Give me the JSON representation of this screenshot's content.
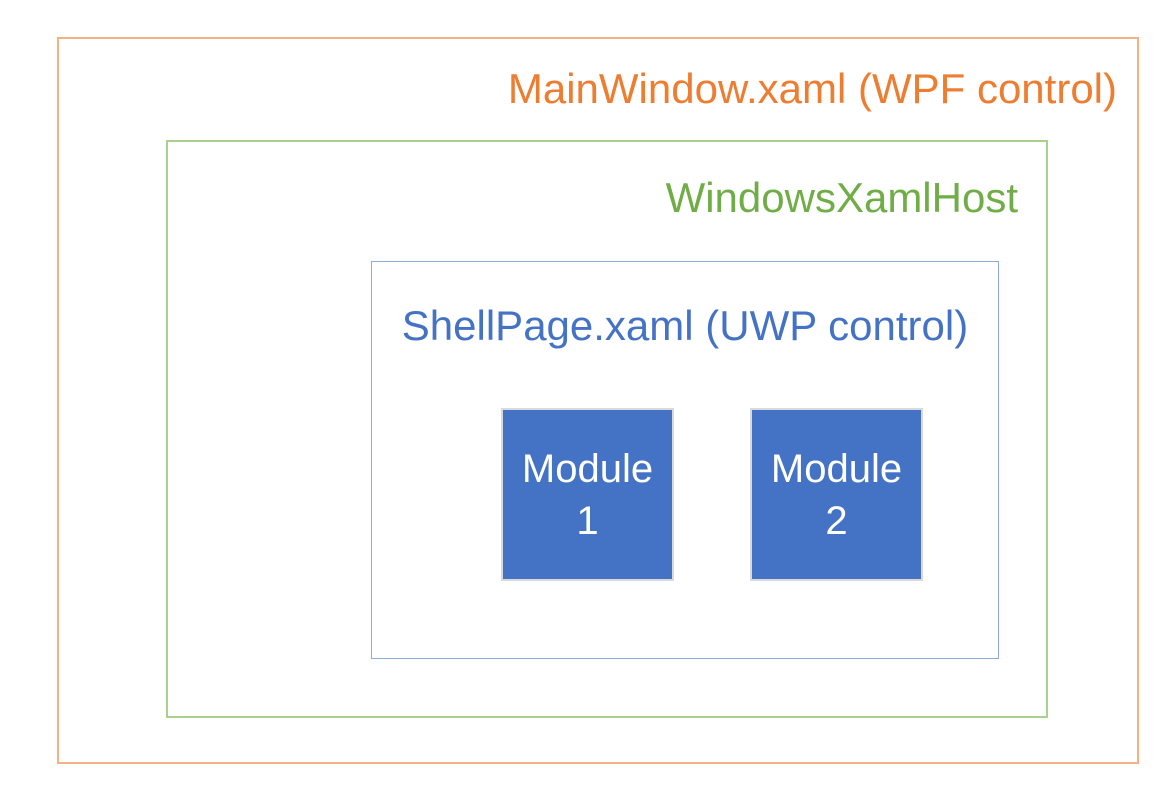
{
  "diagram": {
    "outer_box": {
      "label": "MainWindow.xaml (WPF control)",
      "text_color": "#ED7D31",
      "border_color": "#F4B183"
    },
    "host_box": {
      "label": "WindowsXamlHost",
      "text_color": "#70AD47",
      "border_color": "#A9D18E"
    },
    "shell_box": {
      "label": "ShellPage.xaml (UWP control)",
      "text_color": "#4472C4",
      "border_color": "#8FAADC"
    },
    "modules": [
      {
        "line1": "Module",
        "line2": "1"
      },
      {
        "line1": "Module",
        "line2": "2"
      }
    ],
    "module_style": {
      "fill_color": "#4472C4",
      "border_color": "#D9D9D9",
      "text_color": "#FFFFFF"
    },
    "background_color": "#FFFFFF"
  }
}
